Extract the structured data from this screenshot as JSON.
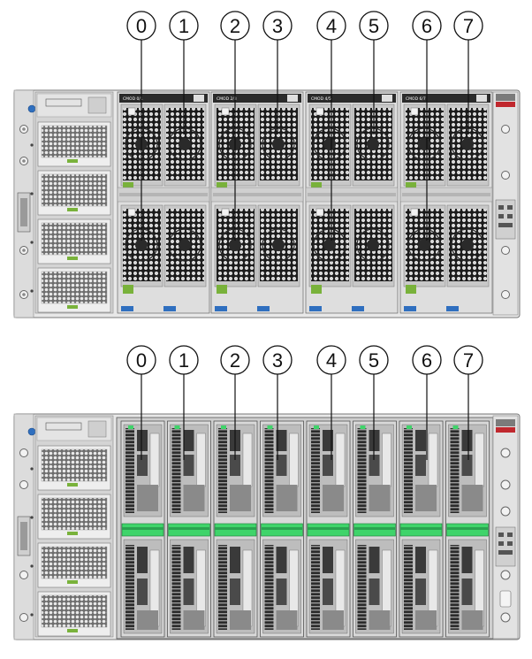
{
  "top_view": {
    "callouts": [
      "0",
      "1",
      "2",
      "3",
      "4",
      "5",
      "6",
      "7"
    ],
    "module_top_labels": [
      "CMOD 0/1",
      "CMOD 2/3",
      "CMOD 4/5",
      "CMOD 6/7"
    ]
  },
  "bottom_view": {
    "callouts": [
      "0",
      "1",
      "2",
      "3",
      "4",
      "5",
      "6",
      "7"
    ]
  },
  "colors": {
    "chassis": "#e6e6e6",
    "chassis_dark": "#9a9a9a",
    "fan_hex": "#1b1b1b",
    "slot_green": "#79b23b",
    "board_green": "#3fd46a",
    "badge_blue": "#2f6fbf",
    "sun_red": "#c0282e"
  }
}
